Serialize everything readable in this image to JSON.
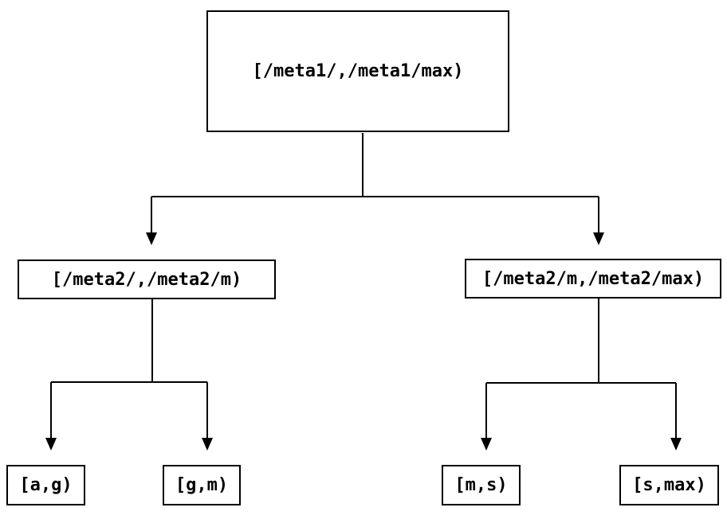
{
  "diagram": {
    "type": "tree",
    "root": {
      "label": "[/meta1/,/meta1/max)"
    },
    "children": [
      {
        "label": "[/meta2/,/meta2/m)",
        "children": [
          {
            "label": "[a,g)"
          },
          {
            "label": "[g,m)"
          }
        ]
      },
      {
        "label": "[/meta2/m,/meta2/max)",
        "children": [
          {
            "label": "[m,s)"
          },
          {
            "label": "[s,max)"
          }
        ]
      }
    ]
  },
  "colors": {
    "line": "#000000",
    "box_border": "#000000",
    "text": "#000000",
    "background": "#ffffff"
  }
}
